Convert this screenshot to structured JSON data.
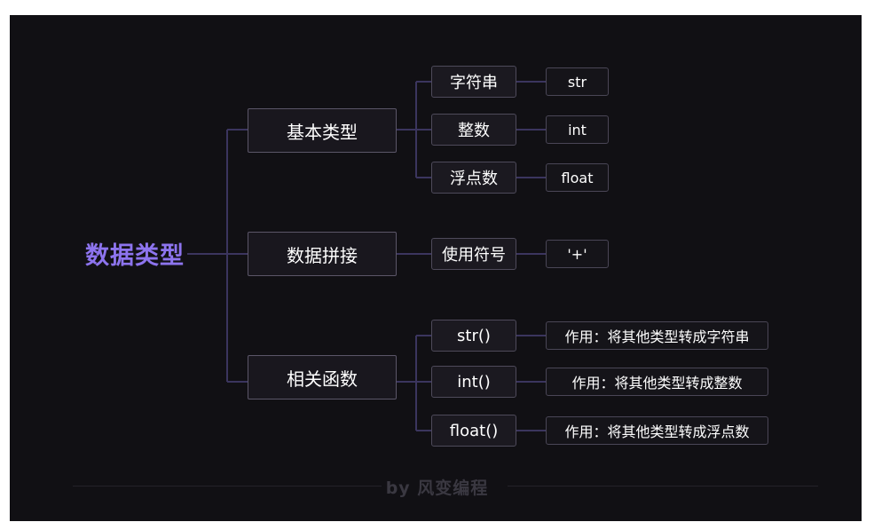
{
  "root": "数据类型",
  "branches": [
    {
      "label": "基本类型",
      "children": [
        {
          "label": "字符串",
          "leaf": "str"
        },
        {
          "label": "整数",
          "leaf": "int"
        },
        {
          "label": "浮点数",
          "leaf": "float"
        }
      ]
    },
    {
      "label": "数据拼接",
      "children": [
        {
          "label": "使用符号",
          "leaf": "'+'"
        }
      ]
    },
    {
      "label": "相关函数",
      "children": [
        {
          "label": "str()",
          "leaf": "作用：将其他类型转成字符串"
        },
        {
          "label": "int()",
          "leaf": "作用：将其他类型转成整数"
        },
        {
          "label": "float()",
          "leaf": "作用：将其他类型转成浮点数"
        }
      ]
    }
  ],
  "footer": "by 风变编程",
  "colors": {
    "background": "#111014",
    "root_text": "#8d74ee",
    "connector": "#3b355e"
  }
}
